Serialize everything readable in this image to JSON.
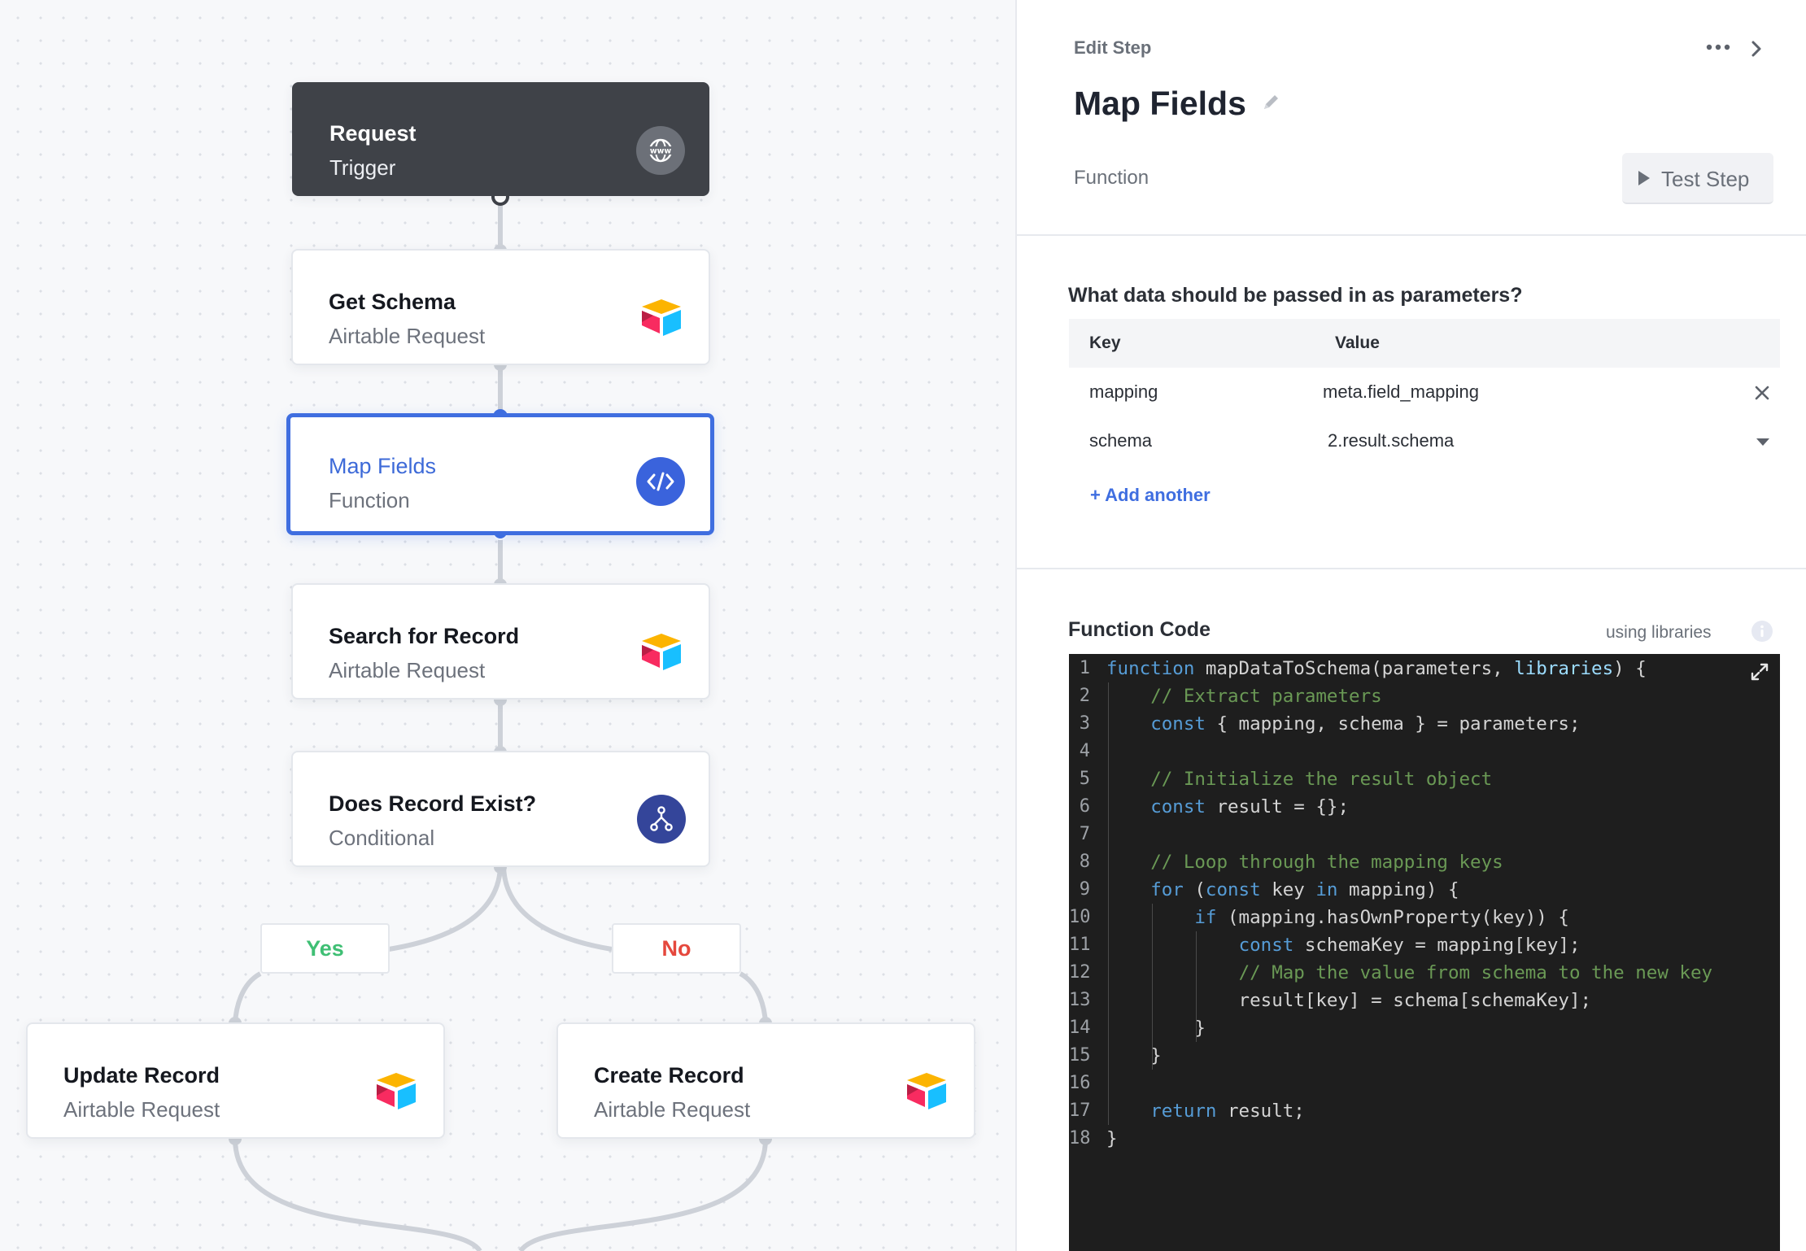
{
  "canvas": {
    "nodes": [
      {
        "key": "request",
        "title": "Request",
        "subtitle": "Trigger",
        "icon": "globe-www-icon"
      },
      {
        "key": "get_schema",
        "title": "Get Schema",
        "subtitle": "Airtable Request",
        "icon": "airtable-logo-icon"
      },
      {
        "key": "map_fields",
        "title": "Map Fields",
        "subtitle": "Function",
        "icon": "code-icon"
      },
      {
        "key": "search_record",
        "title": "Search for Record",
        "subtitle": "Airtable Request",
        "icon": "airtable-logo-icon"
      },
      {
        "key": "record_exist",
        "title": "Does Record Exist?",
        "subtitle": "Conditional",
        "icon": "branch-icon"
      },
      {
        "key": "update_record",
        "title": "Update Record",
        "subtitle": "Airtable Request",
        "icon": "airtable-logo-icon"
      },
      {
        "key": "create_record",
        "title": "Create Record",
        "subtitle": "Airtable Request",
        "icon": "airtable-logo-icon"
      }
    ],
    "branches": {
      "yes": "Yes",
      "no": "No"
    },
    "colors": {
      "accent": "#3f6ee0",
      "dark_node": "#3f4248",
      "yes": "#3fbf74",
      "no": "#e5483d",
      "branch_icon": "#34459a"
    }
  },
  "panel": {
    "header": {
      "label": "Edit Step",
      "title": "Map Fields",
      "type": "Function",
      "test_button": "Test Step"
    },
    "params": {
      "question": "What data should be passed in as parameters?",
      "columns": {
        "key": "Key",
        "value": "Value"
      },
      "rows": [
        {
          "key": "mapping",
          "value": "meta.field_mapping"
        },
        {
          "key": "schema",
          "value": "2.result.schema"
        }
      ],
      "add_label": "+ Add another"
    },
    "code": {
      "title": "Function Code",
      "libraries_label": "using libraries",
      "lines": [
        "function mapDataToSchema(parameters, libraries) {",
        "    // Extract parameters",
        "    const { mapping, schema } = parameters;",
        "",
        "    // Initialize the result object",
        "    const result = {};",
        "",
        "    // Loop through the mapping keys",
        "    for (const key in mapping) {",
        "        if (mapping.hasOwnProperty(key)) {",
        "            const schemaKey = mapping[key];",
        "            // Map the value from schema to the new key",
        "            result[key] = schema[schemaKey];",
        "        }",
        "    }",
        "",
        "    return result;",
        "}"
      ]
    }
  }
}
